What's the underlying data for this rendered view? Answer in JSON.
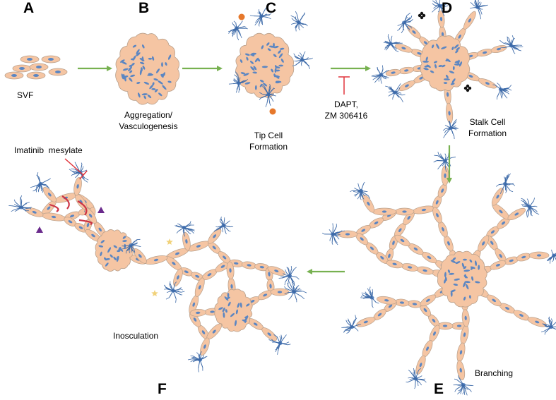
{
  "panels": {
    "A": {
      "letter": "A",
      "caption": "SVF"
    },
    "B": {
      "letter": "B",
      "caption_line1": "Aggregation/",
      "caption_line2": "Vasculogenesis"
    },
    "C": {
      "letter": "C",
      "caption_line1": "Tip Cell",
      "caption_line2": "Formation"
    },
    "D": {
      "letter": "D",
      "caption_line1": "Stalk Cell",
      "caption_line2": "Formation"
    },
    "E": {
      "letter": "E",
      "caption": "Branching"
    },
    "F": {
      "letter": "F",
      "caption": "Inosculation"
    }
  },
  "inhibitors": {
    "dapt_line1": "DAPT,",
    "dapt_line2": "ZM 306416",
    "imatinib": "Imatinib  mesylate"
  },
  "colors": {
    "cell_fill": "#f5c5a3",
    "cell_stroke": "#b8a08c",
    "nucleus": "#5b86c2",
    "tip_cell": "#3d6aa8",
    "arrow_green": "#77b150",
    "inhibitor_red": "#e0333a",
    "pericyte": "#cc3344",
    "triangle": "#6a2a8c",
    "star": "#f1d27a",
    "orange_dot": "#e6782b"
  }
}
